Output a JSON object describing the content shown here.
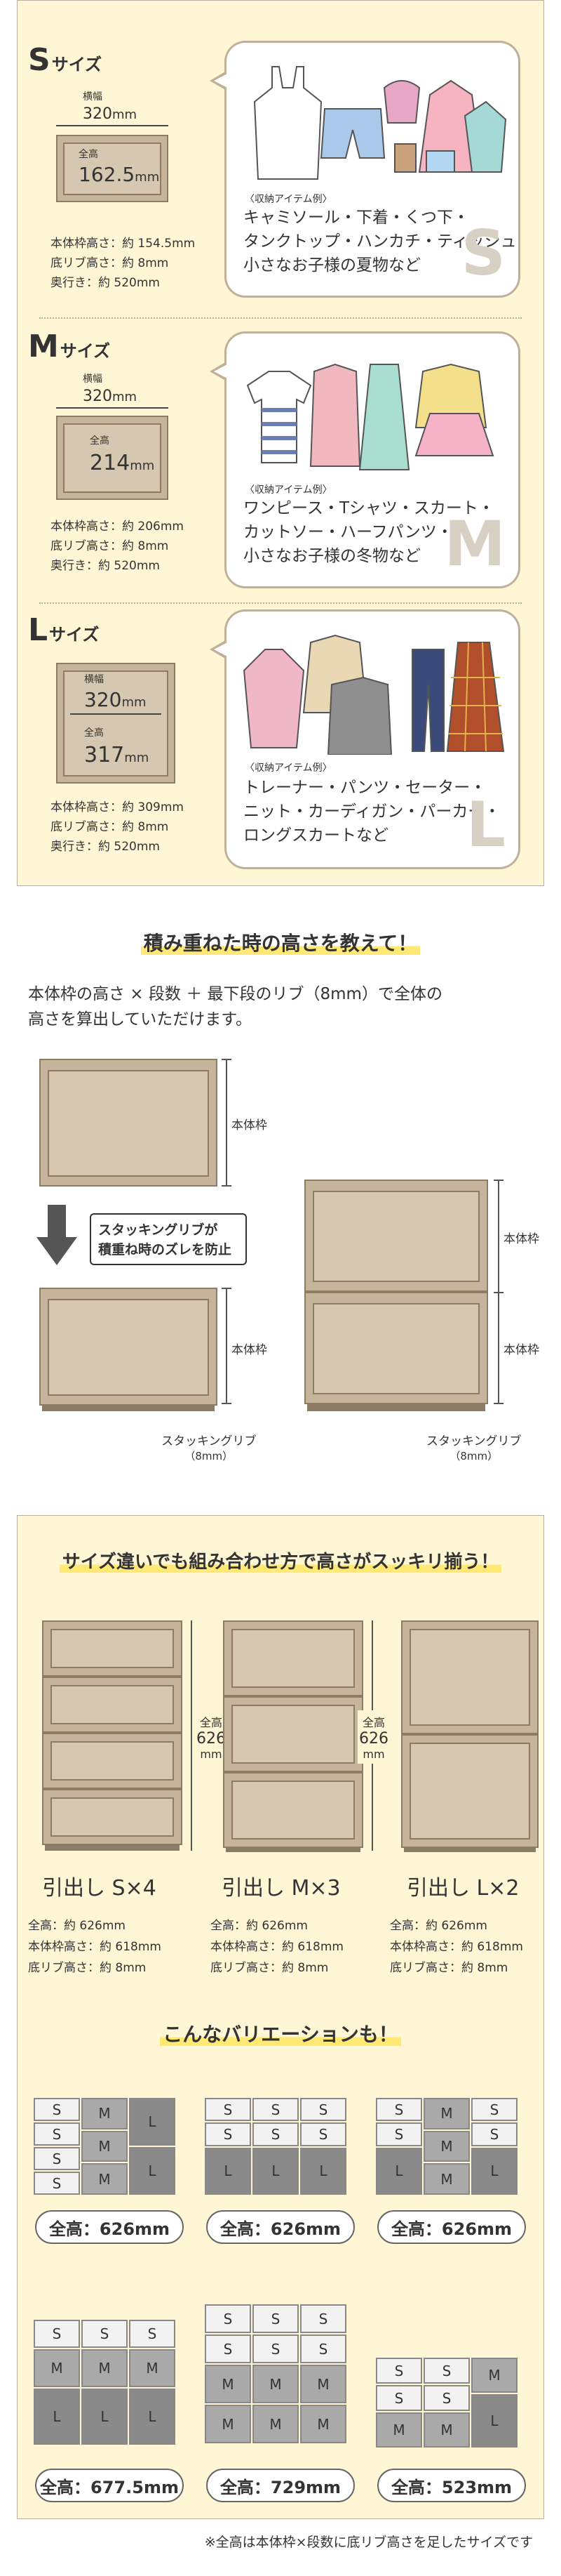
{
  "sizes": [
    {
      "letter": "S",
      "suffix": "サイズ",
      "width_label": "横幅",
      "width_value": "320",
      "width_unit": "mm",
      "height_label": "全高",
      "height_value": "162.5",
      "height_unit": "mm",
      "spec": [
        "本体枠高さ：約 154.5mm",
        "底リブ高さ：約 8mm",
        "奥行き：約 520mm"
      ],
      "example_label": "〈収納アイテム例〉",
      "example_lines": [
        "キャミソール・下着・くつ下・",
        "タンクトップ・ハンカチ・ティッシュ",
        "小さなお子様の夏物など"
      ],
      "watermark": "S"
    },
    {
      "letter": "M",
      "suffix": "サイズ",
      "width_label": "横幅",
      "width_value": "320",
      "width_unit": "mm",
      "height_label": "全高",
      "height_value": "214",
      "height_unit": "mm",
      "spec": [
        "本体枠高さ：約 206mm",
        "底リブ高さ：約 8mm",
        "奥行き：約 520mm"
      ],
      "example_label": "〈収納アイテム例〉",
      "example_lines": [
        "ワンピース・Tシャツ・スカート・",
        "カットソー・ハーフパンツ・",
        "小さなお子様の冬物など"
      ],
      "watermark": "M"
    },
    {
      "letter": "L",
      "suffix": "サイズ",
      "width_label": "横幅",
      "width_value": "320",
      "width_unit": "mm",
      "height_label": "全高",
      "height_value": "317",
      "height_unit": "mm",
      "spec": [
        "本体枠高さ：約 309mm",
        "底リブ高さ：約 8mm",
        "奥行き：約 520mm"
      ],
      "example_label": "〈収納アイテム例〉",
      "example_lines": [
        "トレーナー・パンツ・セーター・",
        "ニット・カーディガン・パーカー・",
        "ロングスカートなど"
      ],
      "watermark": "L"
    }
  ],
  "stack": {
    "heading": "積み重ねた時の高さを教えて！",
    "body_lines": [
      "本体枠の高さ × 段数 ＋ 最下段のリブ（8mm）で全体の",
      "高さを算出していただけます。"
    ],
    "frame_label": "本体枠",
    "callout_lines": [
      "スタッキングリブが",
      "積重ね時のズレを防止"
    ],
    "rib_label": "スタッキングリブ",
    "rib_size": "（8mm）"
  },
  "combo": {
    "heading": "サイズ違いでも組み合わせ方で高さがスッキリ揃う！",
    "height_label": "全高",
    "height_value": "626",
    "height_unit": "mm",
    "columns": [
      {
        "title": "引出し S×4",
        "lines": [
          "全高：約 626mm",
          "本体枠高さ：約 618mm",
          "底リブ高さ：約 8mm"
        ]
      },
      {
        "title": "引出し M×3",
        "lines": [
          "全高：約 626mm",
          "本体枠高さ：約 618mm",
          "底リブ高さ：約 8mm"
        ]
      },
      {
        "title": "引出し L×2",
        "lines": [
          "全高：約 626mm",
          "本体枠高さ：約 618mm",
          "底リブ高さ：約 8mm"
        ]
      }
    ]
  },
  "variation": {
    "heading": "こんなバリエーションも！",
    "pills": [
      "全高：626mm",
      "全高：626mm",
      "全高：626mm",
      "全高：677.5mm",
      "全高：729mm",
      "全高：523mm"
    ],
    "cell_letters": {
      "s": "S",
      "m": "M",
      "l": "L"
    },
    "note": "※全高は本体枠×段数に底リブ高さを足したサイズです"
  }
}
